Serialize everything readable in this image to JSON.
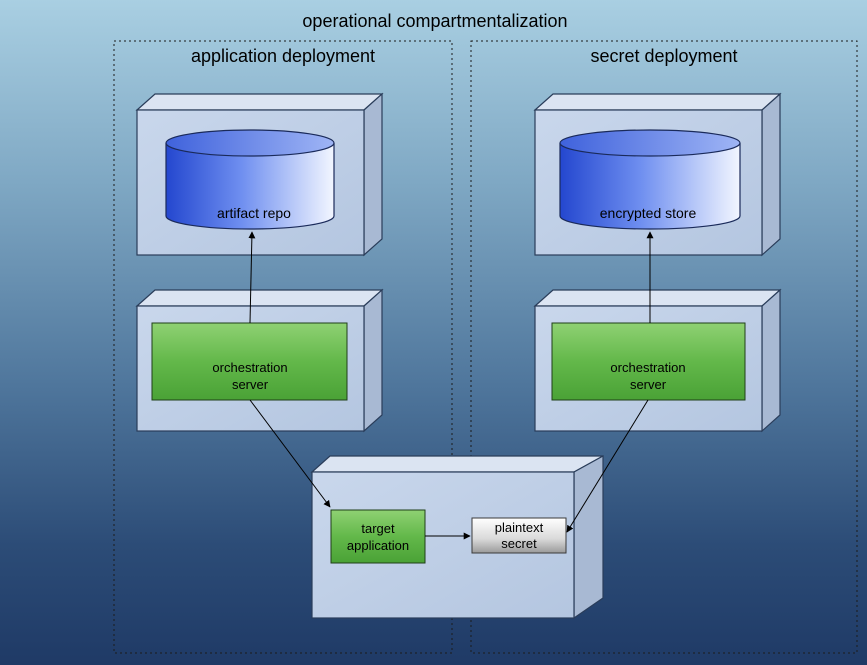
{
  "title": "operational compartmentalization",
  "compartments": [
    {
      "id": "app",
      "label": "application deployment"
    },
    {
      "id": "secret",
      "label": "secret deployment"
    }
  ],
  "nodes": {
    "artifact_repo": {
      "label": "artifact repo"
    },
    "encrypted_store": {
      "label": "encrypted store"
    },
    "app_orchestration": {
      "lines": [
        "orchestration",
        "server"
      ]
    },
    "secret_orchestration": {
      "lines": [
        "orchestration",
        "server"
      ]
    },
    "target_application": {
      "lines": [
        "target",
        "application"
      ]
    },
    "plaintext_secret": {
      "lines": [
        "plaintext",
        "secret"
      ]
    }
  },
  "colors": {
    "box_face": "#c3d2e8",
    "box_top": "#d9e3f2",
    "box_side": "#a6b8d4",
    "box_stroke": "#263a55",
    "server_green": "#5fb24a",
    "server_green_light": "#8fd173",
    "cylinder_blue_dark": "#2f55d6",
    "cylinder_blue_light": "#f2f6ff"
  }
}
